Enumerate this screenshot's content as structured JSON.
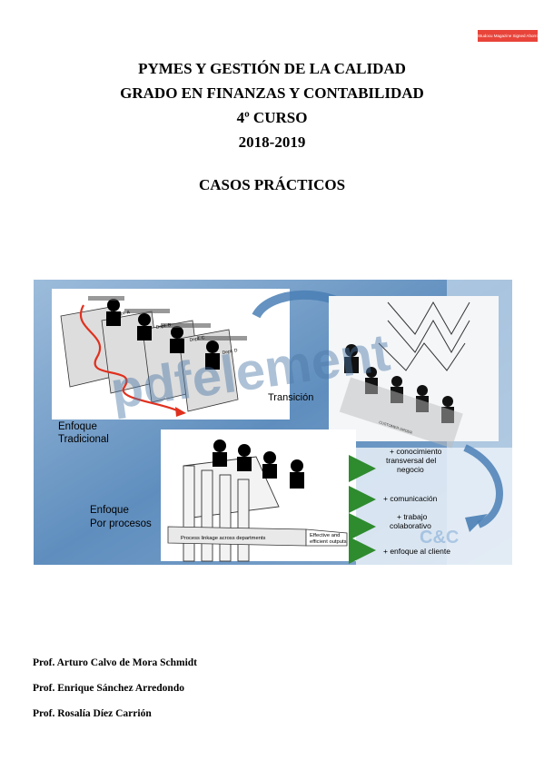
{
  "stamp": "Studocu Magazine Signed Ahorro",
  "title": {
    "line1": "PYMES Y GESTIÓN DE LA CALIDAD",
    "line2": "GRADO EN FINANZAS Y CONTABILIDAD",
    "line3": "4º CURSO",
    "line4": "2018-2019"
  },
  "subtitle": "CASOS PRÁCTICOS",
  "figure": {
    "label_tradicional_1": "Enfoque",
    "label_tradicional_2": "Tradicional",
    "label_transicion": "Transición",
    "label_procesos_1": "Enfoque",
    "label_procesos_2": "Por procesos",
    "process_band": "Process linkage across departments",
    "effective_1": "Effective and",
    "effective_2": "efficient outputs",
    "benefit1_1": "+ conocimiento",
    "benefit1_2": "transversal del",
    "benefit1_3": "negocio",
    "benefit2": "+ comunicación",
    "benefit3_1": "+ trabajo",
    "benefit3_2": "colaborativo",
    "benefit4": "+ enfoque al cliente",
    "watermark": "pdfelement",
    "dept_a": "Dept. A",
    "dept_b": "Dept. B",
    "dept_c": "Dept. C",
    "dept_d": "Dept. D",
    "customer_tag": "CUSTOMER ORDER",
    "logo_c": "C&C",
    "colors": {
      "arrow_green": "#2e8b2e",
      "arrow_blue": "#4a7fb5",
      "bg_blue": "#6f99c4",
      "red_path": "#e0301e"
    }
  },
  "authors": [
    "Prof. Arturo Calvo de Mora Schmidt",
    "Prof. Enrique Sánchez Arredondo",
    "Prof. Rosalía Díez Carrión"
  ]
}
